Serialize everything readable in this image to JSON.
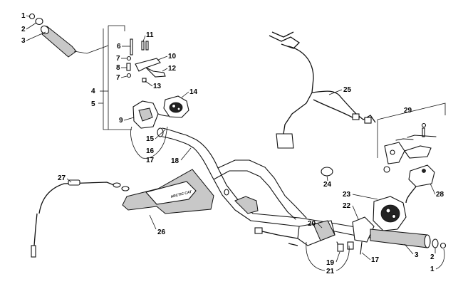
{
  "callouts": {
    "c1_top": "1",
    "c2_top": "2",
    "c3_top": "3",
    "c4": "4",
    "c5": "5",
    "c6": "6",
    "c7_a": "7",
    "c7_b": "7",
    "c8": "8",
    "c9": "9",
    "c10": "10",
    "c11": "11",
    "c12": "12",
    "c13": "13",
    "c14": "14",
    "c15": "15",
    "c16": "16",
    "c17_left": "17",
    "c18": "18",
    "c19": "19",
    "c20": "20",
    "c21": "21",
    "c22": "22",
    "c23": "23",
    "c24": "24",
    "c25": "25",
    "c26": "26",
    "c27": "27",
    "c28": "28",
    "c29": "29",
    "c17_right": "17",
    "c3_bottom": "3",
    "c2_bottom": "2",
    "c1_bottom": "1"
  },
  "pad_logo_text": "ARCTIC CAT"
}
